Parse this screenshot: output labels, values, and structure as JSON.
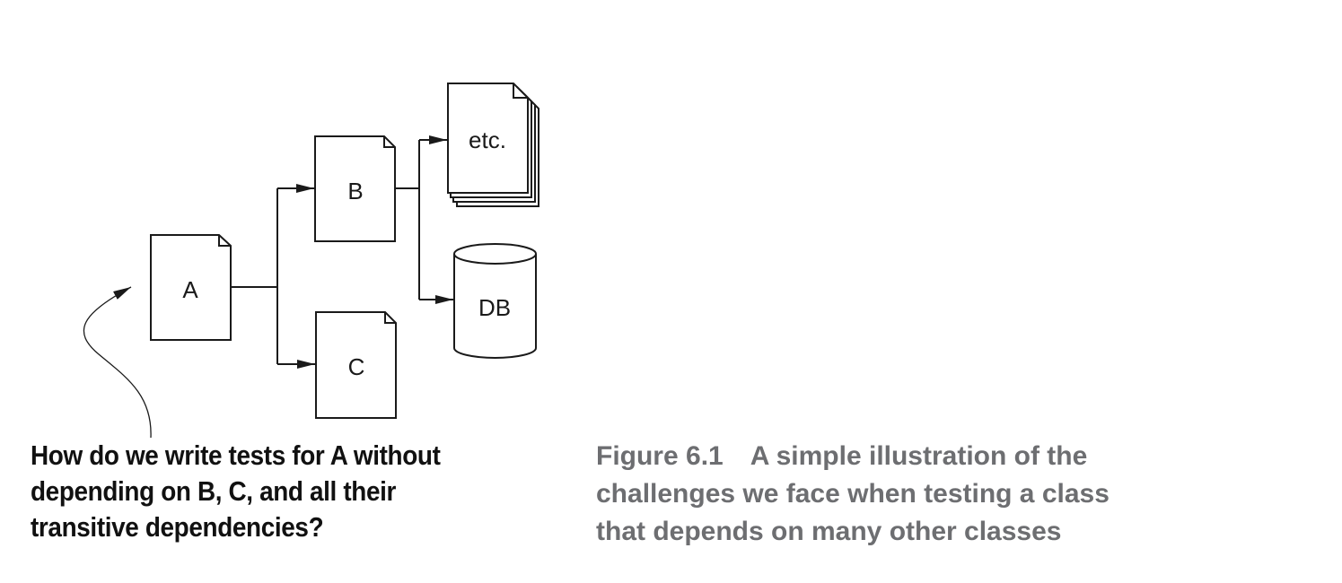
{
  "diagram": {
    "nodes": {
      "a": "A",
      "b": "B",
      "c": "C",
      "etc": "etc.",
      "db": "DB"
    }
  },
  "callout": {
    "line1": "How do we write tests for A without",
    "line2": "depending on B, C, and all their",
    "line3": "transitive dependencies?"
  },
  "caption": {
    "figure_number": "Figure 6.1",
    "line1": "A simple illustration of the",
    "line2": "challenges we face when testing a class",
    "line3": "that depends on many other classes"
  },
  "colors": {
    "ink": "#1a1a1a",
    "caption_gray": "#6d6e71"
  }
}
